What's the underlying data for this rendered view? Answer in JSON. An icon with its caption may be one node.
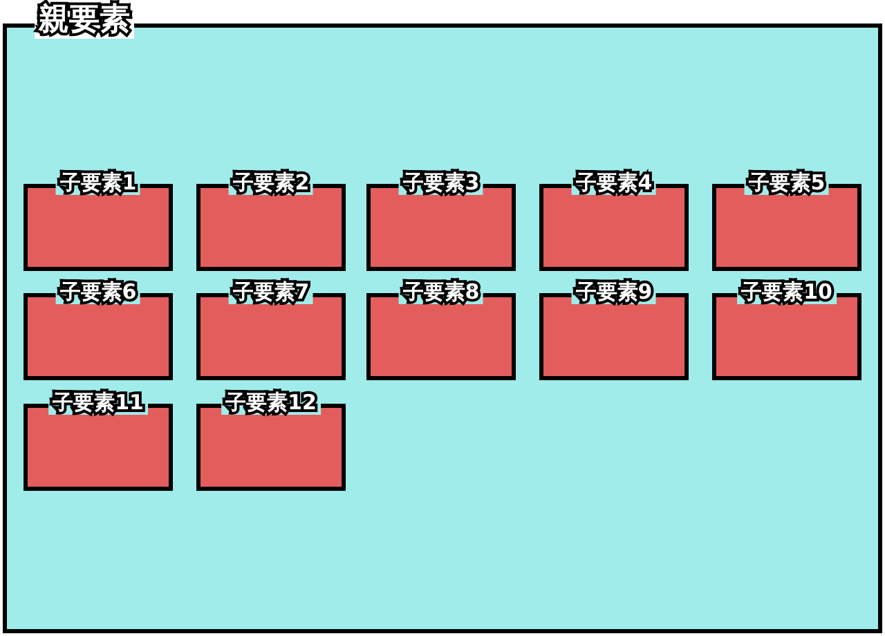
{
  "diagram": {
    "nodes": [
      {
        "text": [
          "親要素"
        ]
      },
      {
        "text": [
          "子要素1"
        ],
        "in": 0
      },
      {
        "text": [
          "子要素2"
        ],
        "in": 0
      },
      {
        "text": [
          "子要素3"
        ],
        "in": 0
      },
      {
        "text": [
          "子要素4"
        ],
        "in": 0
      },
      {
        "text": [
          "子要素5"
        ],
        "in": 0
      },
      {
        "text": [
          "子要素6"
        ],
        "in": 0
      },
      {
        "text": [
          "子要素7"
        ],
        "in": 0
      },
      {
        "text": [
          "子要素8"
        ],
        "in": 0
      },
      {
        "text": [
          "子要素9"
        ],
        "in": 0
      },
      {
        "text": [
          "子要素10"
        ],
        "in": 0
      },
      {
        "text": [
          "子要素11"
        ],
        "in": 0
      },
      {
        "text": [
          "子要素12"
        ],
        "in": 0
      }
    ]
  }
}
